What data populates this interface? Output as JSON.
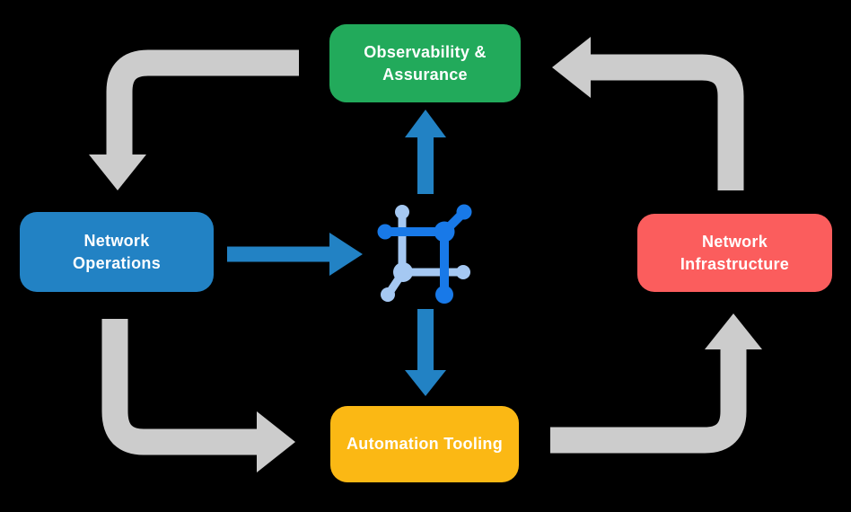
{
  "diagram": {
    "background_color": "#000000",
    "nodes": [
      {
        "id": "observability",
        "label": "Observability & Assurance",
        "color": "#22AA5B",
        "text_color": "#FFFFFF"
      },
      {
        "id": "network-operations",
        "label": "Network Operations",
        "color": "#2282C4",
        "text_color": "#FFFFFF"
      },
      {
        "id": "network-infrastructure",
        "label": "Network Infrastructure",
        "color": "#FB5D5D",
        "text_color": "#FFFFFF"
      },
      {
        "id": "automation-tooling",
        "label": "Automation Tooling",
        "color": "#FBB814",
        "text_color": "#FFFFFF"
      }
    ],
    "center_icon": {
      "name": "network-mesh-icon",
      "primary_color": "#1879E8",
      "secondary_color": "#A5C8F2"
    },
    "edges": [
      {
        "from": "observability",
        "to": "network-operations",
        "style": "elbow-arrow",
        "color": "#CCCCCC"
      },
      {
        "from": "network-operations",
        "to": "automation-tooling",
        "style": "elbow-arrow",
        "color": "#CCCCCC"
      },
      {
        "from": "automation-tooling",
        "to": "network-infrastructure",
        "style": "elbow-arrow",
        "color": "#CCCCCC"
      },
      {
        "from": "network-infrastructure",
        "to": "observability",
        "style": "elbow-arrow",
        "color": "#CCCCCC"
      },
      {
        "from": "network-operations",
        "to": "center-icon",
        "style": "straight-arrow",
        "color": "#2282C4"
      },
      {
        "from": "center-icon",
        "to": "observability",
        "style": "straight-arrow",
        "color": "#2282C4"
      },
      {
        "from": "center-icon",
        "to": "automation-tooling",
        "style": "straight-arrow",
        "color": "#2282C4"
      }
    ]
  }
}
